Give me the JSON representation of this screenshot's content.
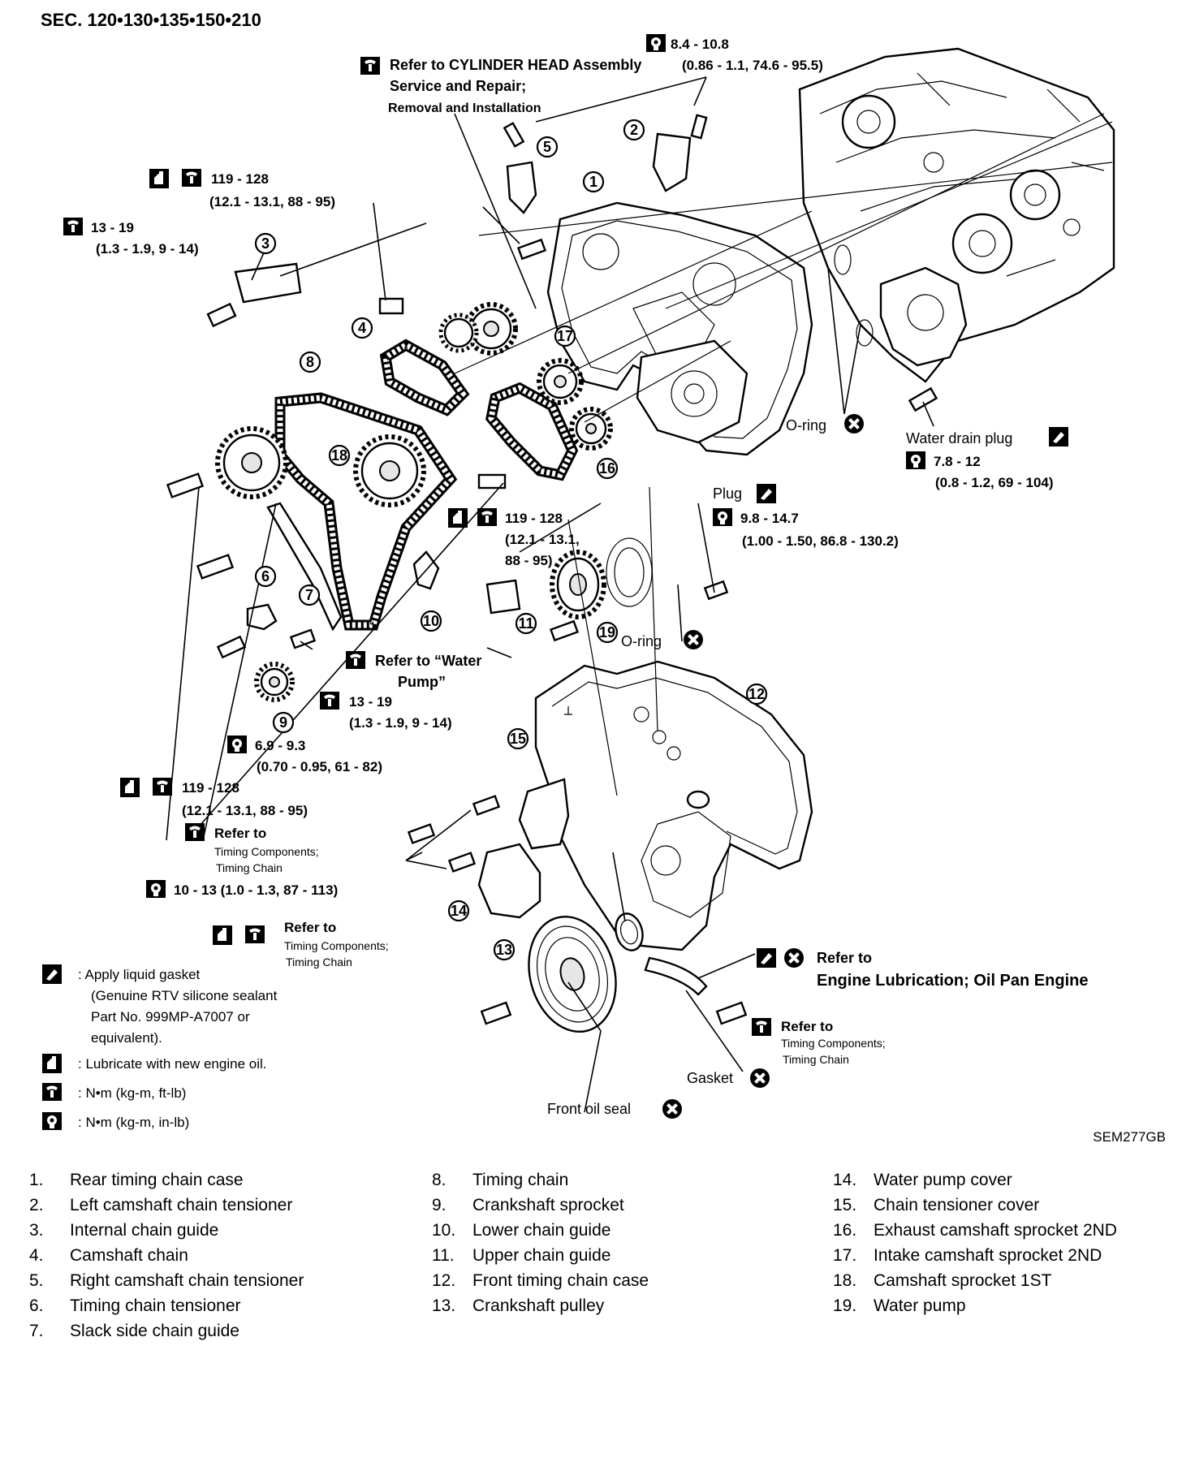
{
  "header": {
    "section": "SEC. 120•130•135•150•210"
  },
  "callouts": [
    {
      "id": "c1",
      "lines": [
        "8.4 - 10.8",
        "(0.86 - 1.1, 74.6 - 95.5)"
      ]
    },
    {
      "id": "c2",
      "lines": [
        "Refer to CYLINDER HEAD Assembly",
        "Service and Repair;",
        "Removal and Installation"
      ]
    },
    {
      "id": "c3",
      "lines": [
        "119 - 128",
        "(12.1 - 13.1, 88 - 95)"
      ]
    },
    {
      "id": "c4",
      "lines": [
        "13 - 19",
        "(1.3 - 1.9, 9 - 14)"
      ]
    },
    {
      "id": "c5",
      "lines": [
        "O-ring"
      ]
    },
    {
      "id": "c6",
      "lines": [
        "Water drain plug"
      ]
    },
    {
      "id": "c7",
      "lines": [
        "7.8 - 12",
        "(0.8 - 1.2, 69 - 104)"
      ]
    },
    {
      "id": "c8",
      "lines": [
        "Plug"
      ]
    },
    {
      "id": "c9",
      "lines": [
        "9.8 - 14.7",
        "(1.00 - 1.50, 86.8 - 130.2)"
      ]
    },
    {
      "id": "c10",
      "lines": [
        "119 - 128",
        "(12.1 - 13.1,",
        "88 - 95)"
      ]
    },
    {
      "id": "c11",
      "lines": [
        "O-ring"
      ]
    },
    {
      "id": "c12",
      "lines": [
        "Refer to “Water",
        "Pump”"
      ]
    },
    {
      "id": "c13",
      "lines": [
        "13 - 19",
        "(1.3 - 1.9, 9 - 14)"
      ]
    },
    {
      "id": "c14",
      "lines": [
        "6.9 - 9.3",
        "(0.70 - 0.95, 61 - 82)"
      ]
    },
    {
      "id": "c15",
      "lines": [
        "119 - 128",
        "(12.1 - 13.1, 88 - 95)"
      ]
    },
    {
      "id": "c16",
      "lines": [
        "Refer to",
        "Timing Components;",
        "Timing Chain"
      ]
    },
    {
      "id": "c17",
      "lines": [
        "10 - 13 (1.0 - 1.3, 87 - 113)"
      ]
    },
    {
      "id": "c18",
      "lines": [
        "Refer to",
        "Timing Components;",
        "Timing Chain"
      ]
    },
    {
      "id": "c19",
      "lines": [
        "Refer to",
        "Engine Lubrication; Oil Pan Engine"
      ]
    },
    {
      "id": "c20",
      "lines": [
        "Refer to",
        "Timing Components;",
        "Timing Chain"
      ]
    },
    {
      "id": "c21",
      "lines": [
        "Gasket"
      ]
    },
    {
      "id": "c22",
      "lines": [
        "Front oil seal"
      ]
    }
  ],
  "symbol_key": [
    {
      "symbol": "liquid-gasket",
      "lines": [
        ": Apply liquid gasket",
        "(Genuine RTV silicone sealant",
        "Part No. 999MP-A7007 or",
        "equivalent)."
      ]
    },
    {
      "symbol": "engine-oil",
      "lines": [
        ": Lubricate with new engine oil."
      ]
    },
    {
      "symbol": "torque-ftlb",
      "lines": [
        ": N•m (kg-m, ft-lb)"
      ]
    },
    {
      "symbol": "torque-inlb",
      "lines": [
        ": N•m (kg-m, in-lb)"
      ]
    }
  ],
  "figure_code": "SEM277GB",
  "parts": [
    {
      "num": "1.",
      "name": "Rear timing chain case"
    },
    {
      "num": "2.",
      "name": "Left camshaft chain tensioner"
    },
    {
      "num": "3.",
      "name": "Internal chain guide"
    },
    {
      "num": "4.",
      "name": "Camshaft chain"
    },
    {
      "num": "5.",
      "name": "Right camshaft chain tensioner"
    },
    {
      "num": "6.",
      "name": "Timing chain tensioner"
    },
    {
      "num": "7.",
      "name": "Slack side chain guide"
    },
    {
      "num": "8.",
      "name": "Timing chain"
    },
    {
      "num": "9.",
      "name": "Crankshaft sprocket"
    },
    {
      "num": "10.",
      "name": "Lower chain guide"
    },
    {
      "num": "11.",
      "name": "Upper chain guide"
    },
    {
      "num": "12.",
      "name": "Front timing chain case"
    },
    {
      "num": "13.",
      "name": "Crankshaft pulley"
    },
    {
      "num": "14.",
      "name": "Water pump cover"
    },
    {
      "num": "15.",
      "name": "Chain tensioner cover"
    },
    {
      "num": "16.",
      "name": "Exhaust camshaft sprocket 2ND"
    },
    {
      "num": "17.",
      "name": "Intake camshaft sprocket 2ND"
    },
    {
      "num": "18.",
      "name": "Camshaft sprocket 1ST"
    },
    {
      "num": "19.",
      "name": "Water pump"
    }
  ],
  "markers": [
    "1",
    "2",
    "3",
    "4",
    "5",
    "6",
    "7",
    "8",
    "9",
    "10",
    "11",
    "12",
    "13",
    "14",
    "15",
    "16",
    "17",
    "18",
    "19"
  ]
}
